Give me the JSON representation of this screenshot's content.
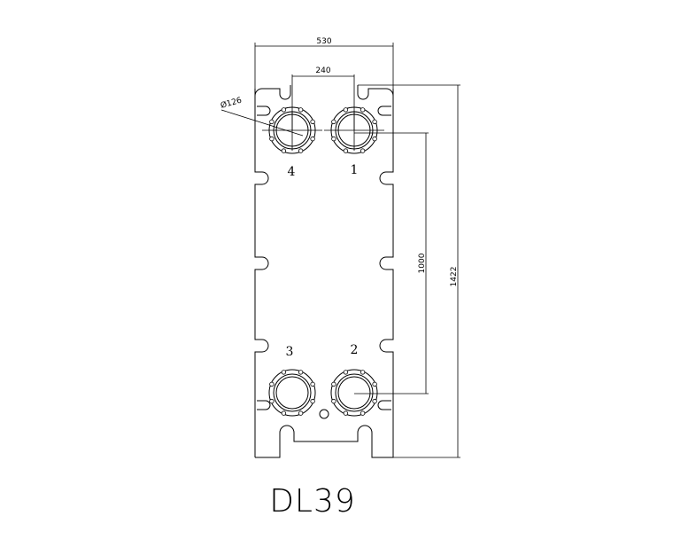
{
  "drawing": {
    "model_label": "DL39",
    "dimensions": {
      "overall_width": "530",
      "port_spacing_horizontal": "240",
      "port_diameter": "Ø126",
      "port_spacing_vertical": "1000",
      "overall_height": "1422"
    },
    "ports": [
      "1",
      "2",
      "3",
      "4"
    ],
    "line_color": "#000000",
    "background": "#ffffff"
  }
}
